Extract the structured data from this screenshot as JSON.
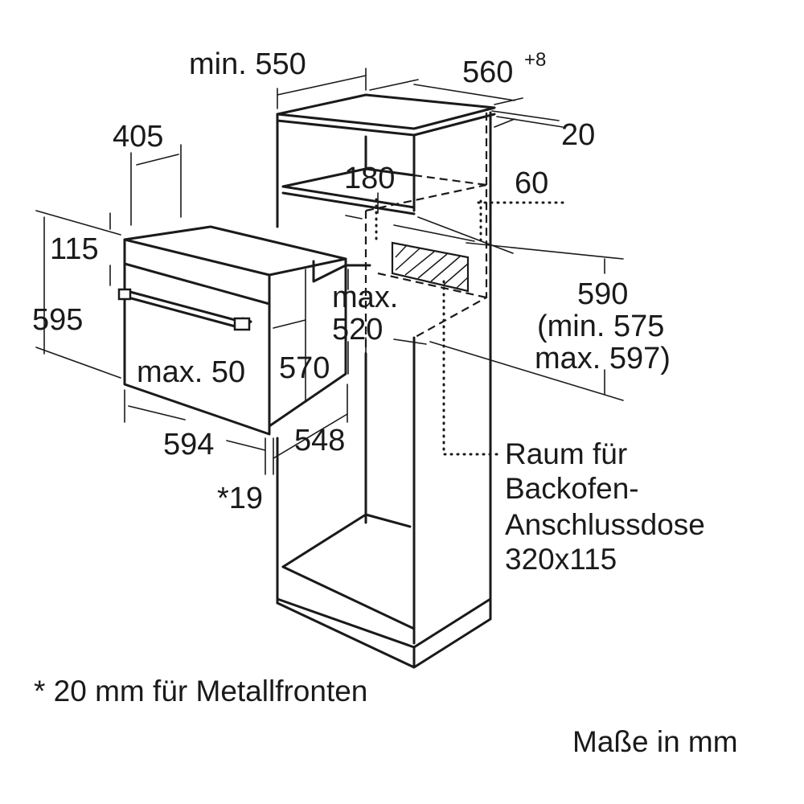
{
  "dimensions": {
    "min_550": "min. 550",
    "d560": "560",
    "d560_sup": "+8",
    "d20": "20",
    "d405": "405",
    "d180": "180",
    "d60": "60",
    "d115": "115",
    "d595": "595",
    "max_label": "max.",
    "d520": "520",
    "d590": "590",
    "min_575": "(min. 575",
    "max_597": "max. 597)",
    "max_50": "max. 50",
    "d570": "570",
    "d594": "594",
    "d548": "548",
    "d19": "*19"
  },
  "socket_note": {
    "line1": "Raum für",
    "line2": "Backofen-",
    "line3": "Anschlussdose",
    "line4": "320x115"
  },
  "footnote": "* 20 mm für Metallfronten",
  "units": "Maße in mm"
}
